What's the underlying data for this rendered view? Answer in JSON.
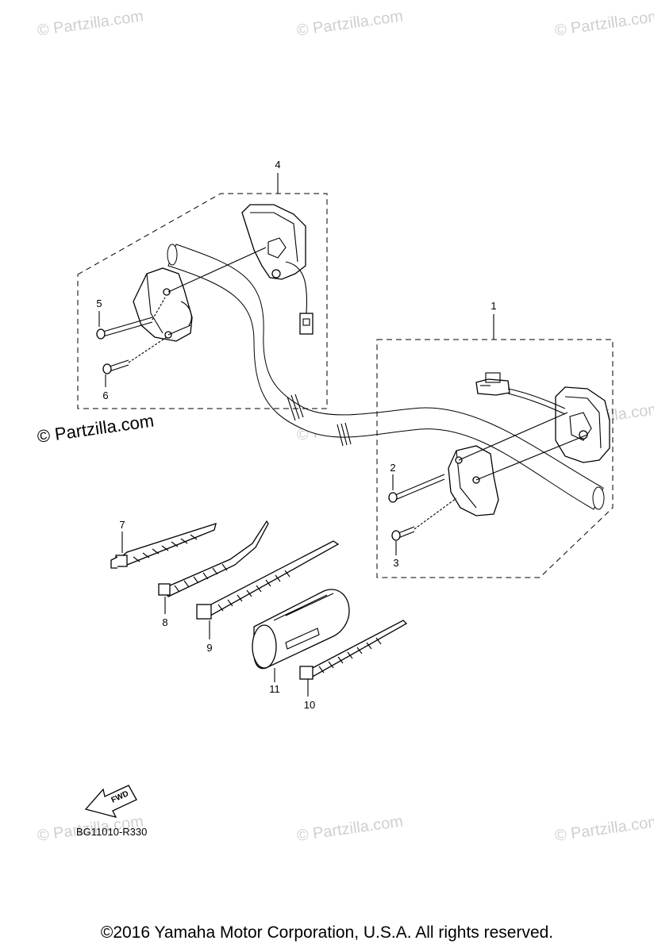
{
  "watermark": "© Partzilla.com",
  "callouts": {
    "c1": "1",
    "c2": "2",
    "c3": "3",
    "c4": "4",
    "c5": "5",
    "c6": "6",
    "c7": "7",
    "c8": "8",
    "c9": "9",
    "c10": "10",
    "c11": "11"
  },
  "fwd_label": "FWD",
  "drawing_code": "BG11010-R330",
  "copyright": "©2016  Yamaha Motor Corporation, U.S.A. All rights reserved."
}
